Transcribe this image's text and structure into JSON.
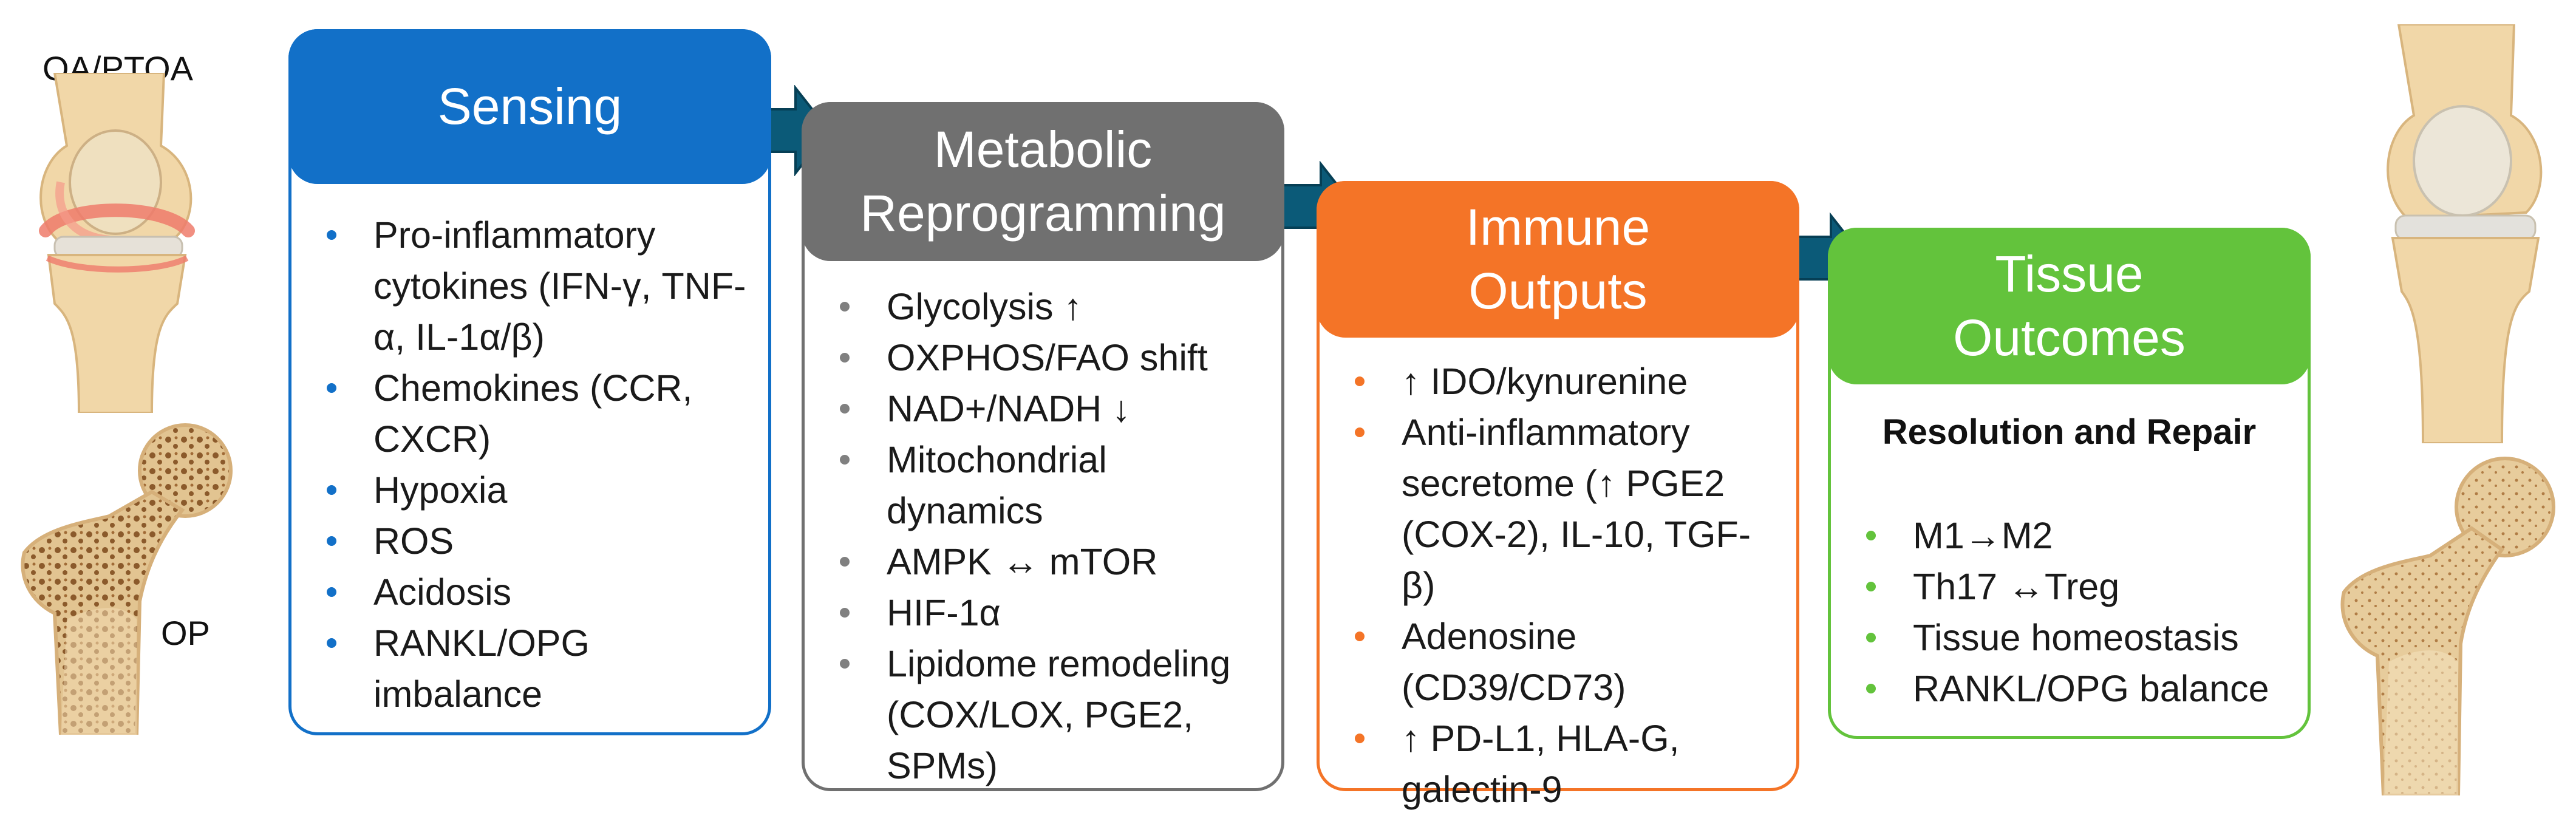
{
  "left_labels": {
    "top": "OA/PTOA",
    "bottom": "OP"
  },
  "colors": {
    "sensing": "#1270c8",
    "metabolic": "#707070",
    "immune": "#f47427",
    "tissue": "#63c33c",
    "arrow": "#0b5a78"
  },
  "cards": {
    "sensing": {
      "title": "Sensing",
      "items": [
        "Pro-inflammatory cytokines (IFN-γ, TNF-α, IL-1α/β)",
        "Chemokines (CCR, CXCR)",
        "Hypoxia",
        "ROS",
        "Acidosis",
        "RANKL/OPG imbalance"
      ]
    },
    "metabolic": {
      "title": "Metabolic\nReprogramming",
      "items": [
        "Glycolysis ↑",
        "OXPHOS/FAO shift",
        "NAD+/NADH ↓",
        "Mitochondrial dynamics",
        "AMPK ↔ mTOR",
        "HIF-1α",
        "Lipidome remodeling (COX/LOX, PGE2, SPMs)"
      ]
    },
    "immune": {
      "title": "Immune\nOutputs",
      "items": [
        "↑ IDO/kynurenine",
        "Anti-inflammatory secretome (↑ PGE2 (COX-2), IL-10, TGF-β)",
        "Adenosine (CD39/CD73)",
        "↑ PD-L1, HLA-G, galectin-9"
      ]
    },
    "tissue": {
      "title": "Tissue\nOutcomes",
      "subtitle": "Resolution and Repair",
      "items": [
        "M1→M2",
        "Th17 ↔Treg",
        "Tissue homeostasis",
        "RANKL/OPG balance"
      ]
    }
  }
}
